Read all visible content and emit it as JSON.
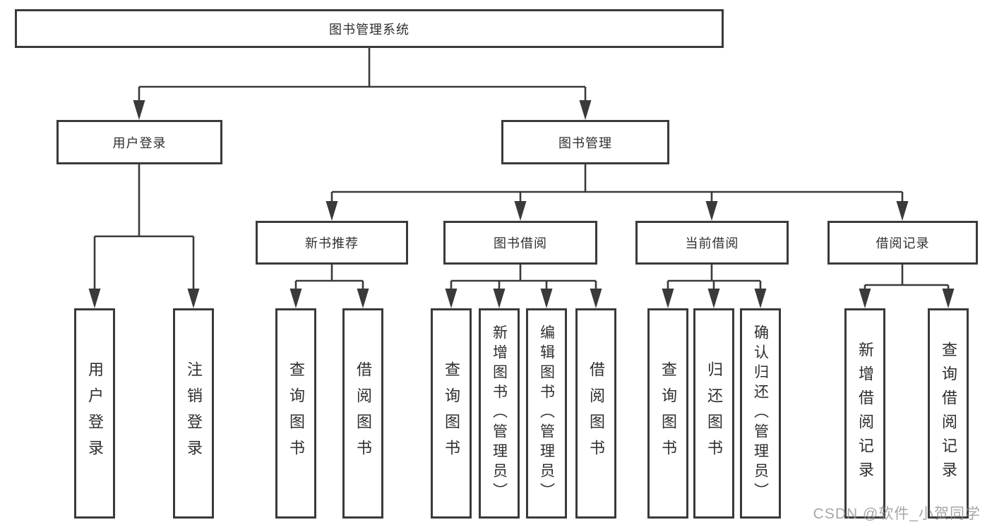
{
  "tree": {
    "label": "图书管理系统",
    "children": [
      {
        "label": "用户登录",
        "children": [
          {
            "label": "用户登录"
          },
          {
            "label": "注销登录"
          }
        ]
      },
      {
        "label": "图书管理",
        "children": [
          {
            "label": "新书推荐",
            "children": [
              {
                "label": "查询图书"
              },
              {
                "label": "借阅图书"
              }
            ]
          },
          {
            "label": "图书借阅",
            "children": [
              {
                "label": "查询图书"
              },
              {
                "label": "新增图书（管理员）"
              },
              {
                "label": "编辑图书（管理员）"
              },
              {
                "label": "借阅图书"
              }
            ]
          },
          {
            "label": "当前借阅",
            "children": [
              {
                "label": "查询图书"
              },
              {
                "label": "归还图书"
              },
              {
                "label": "确认归还（管理员）"
              }
            ]
          },
          {
            "label": "借阅记录",
            "children": [
              {
                "label": "新增借阅记录"
              },
              {
                "label": "查询借阅记录"
              }
            ]
          }
        ]
      }
    ]
  },
  "watermark": "CSDN @软件_小贺同学",
  "colors": {
    "line": "#3a3a3a",
    "border": "#3a3a3a",
    "text": "#2f2f2f",
    "watermark": "#919191",
    "background": "#ffffff"
  }
}
